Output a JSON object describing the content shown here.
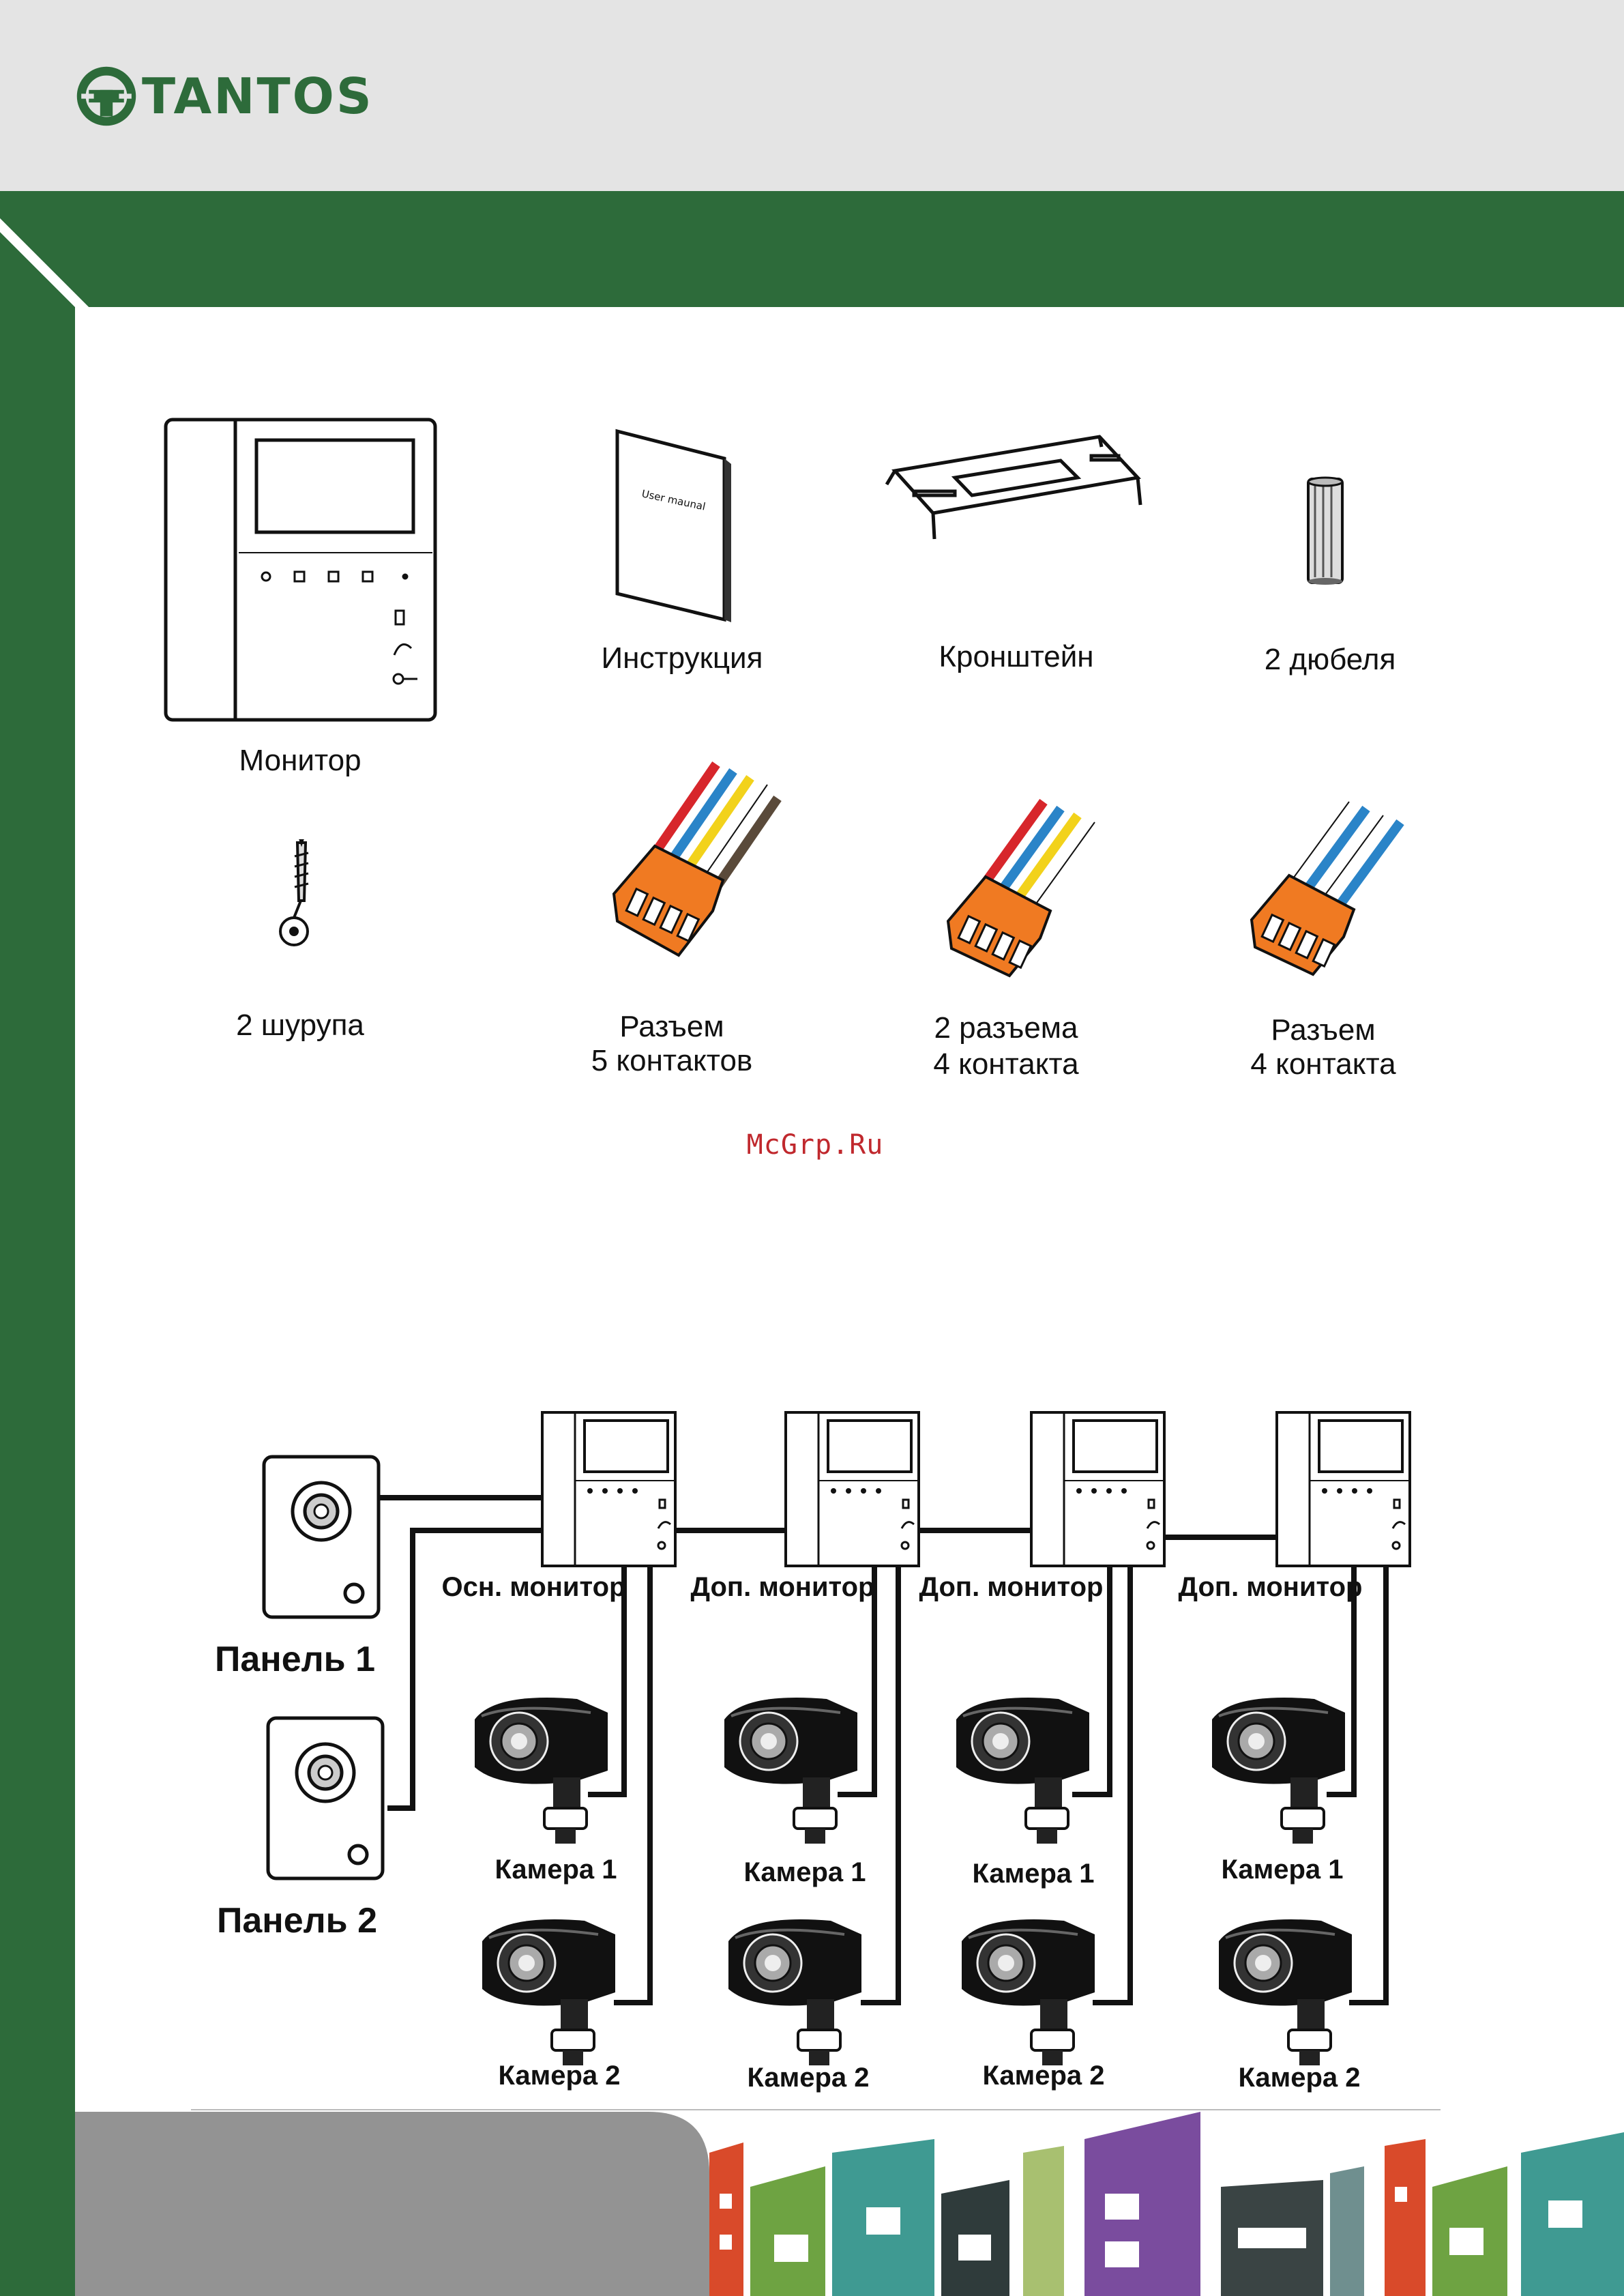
{
  "header": {
    "brand": "TANTOS",
    "logo_icon": "tantos-logo-icon",
    "brand_color": "#2d6b3a"
  },
  "kit_items": [
    {
      "label": "Монитор"
    },
    {
      "label": "Инструкция",
      "booklet_text": "User maunal"
    },
    {
      "label": "Кронштейн"
    },
    {
      "label": "2 дюбеля"
    },
    {
      "label": "2 шурупа"
    },
    {
      "label_line1": "Разъем",
      "label_line2": "5 контактов"
    },
    {
      "label_line1": "2 разъема",
      "label_line2": "4 контакта"
    },
    {
      "label_line1": "Разъем",
      "label_line2": "4 контакта"
    }
  ],
  "watermark": "McGrp.Ru",
  "diagram": {
    "panels": [
      "Панель 1",
      "Панель 2"
    ],
    "monitors": [
      "Осн. монитор",
      "Доп. монитор",
      "Доп. монитор",
      "Доп. монитор"
    ],
    "camera1": "Камера 1",
    "camera2": "Камера 2"
  },
  "colors": {
    "green": "#2d6b3a",
    "orange": "#f07a22",
    "wire_red": "#d7262b",
    "wire_blue": "#2a84c8",
    "wire_yellow": "#f2d21b"
  }
}
